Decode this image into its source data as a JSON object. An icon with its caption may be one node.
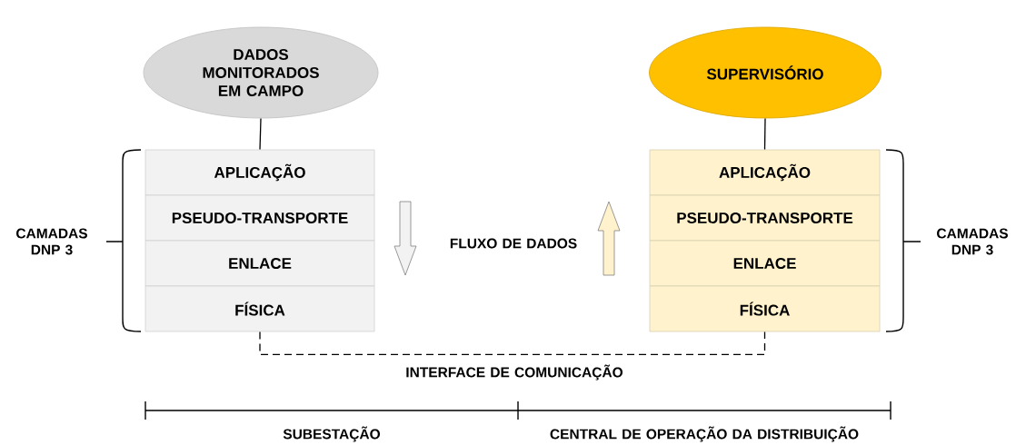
{
  "diagram": {
    "nodes": [
      {
        "text": [
          "DADOS MONITORADOS EM CAMPO"
        ]
      },
      {
        "text": [
          "SUPERVISÓRIO"
        ]
      },
      {
        "text": [
          "APLICAÇÃO"
        ]
      },
      {
        "text": [
          "PSEUDO-TRANSPORTE"
        ]
      },
      {
        "text": [
          "ENLACE"
        ]
      },
      {
        "text": [
          "FÍSICA"
        ]
      },
      {
        "text": [
          "APLICAÇÃO"
        ]
      },
      {
        "text": [
          "PSEUDO-TRANSPORTE"
        ]
      },
      {
        "text": [
          "ENLACE"
        ]
      },
      {
        "text": [
          "FÍSICA"
        ]
      }
    ],
    "edges": [
      {
        "from": 0,
        "to": 2,
        "arrow": "none"
      },
      {
        "from": 1,
        "to": 6,
        "arrow": "none"
      },
      {
        "from": 5,
        "to": 9,
        "arrow": "none",
        "style": "dashed"
      }
    ],
    "labels": [
      "CAMADAS DNP 3",
      "FLUXO DE DADOS",
      "CAMADAS DNP 3",
      "INTERFACE DE COMUNICAÇÃO",
      "SUBESTAÇÃO",
      "CENTRAL DE OPERAÇÃO DA DISTRIBUIÇÃO"
    ]
  }
}
